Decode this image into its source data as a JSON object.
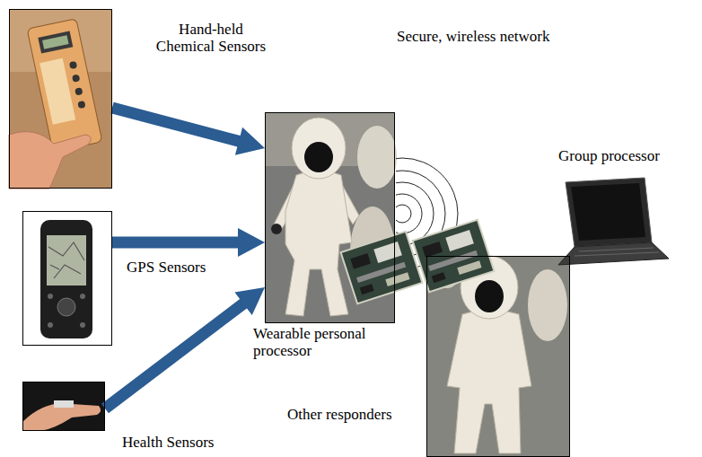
{
  "diagram": {
    "nodes": [
      {
        "text": [
          "Hand-held Chemical Sensors"
        ]
      },
      {
        "text": [
          "Wearable personal processor"
        ]
      },
      {
        "text": [
          "Group processor"
        ]
      },
      {
        "text": [
          "GPS Sensors"
        ]
      },
      {
        "text": [
          "Health Sensors"
        ]
      },
      {
        "text": [
          "Other responders"
        ]
      }
    ],
    "edges": [
      {
        "from": 0,
        "to": 1,
        "arrow": "to"
      },
      {
        "from": 3,
        "to": 1,
        "arrow": "to"
      },
      {
        "from": 4,
        "to": 1,
        "arrow": "to"
      }
    ],
    "labels": [
      "Secure, wireless network"
    ]
  }
}
